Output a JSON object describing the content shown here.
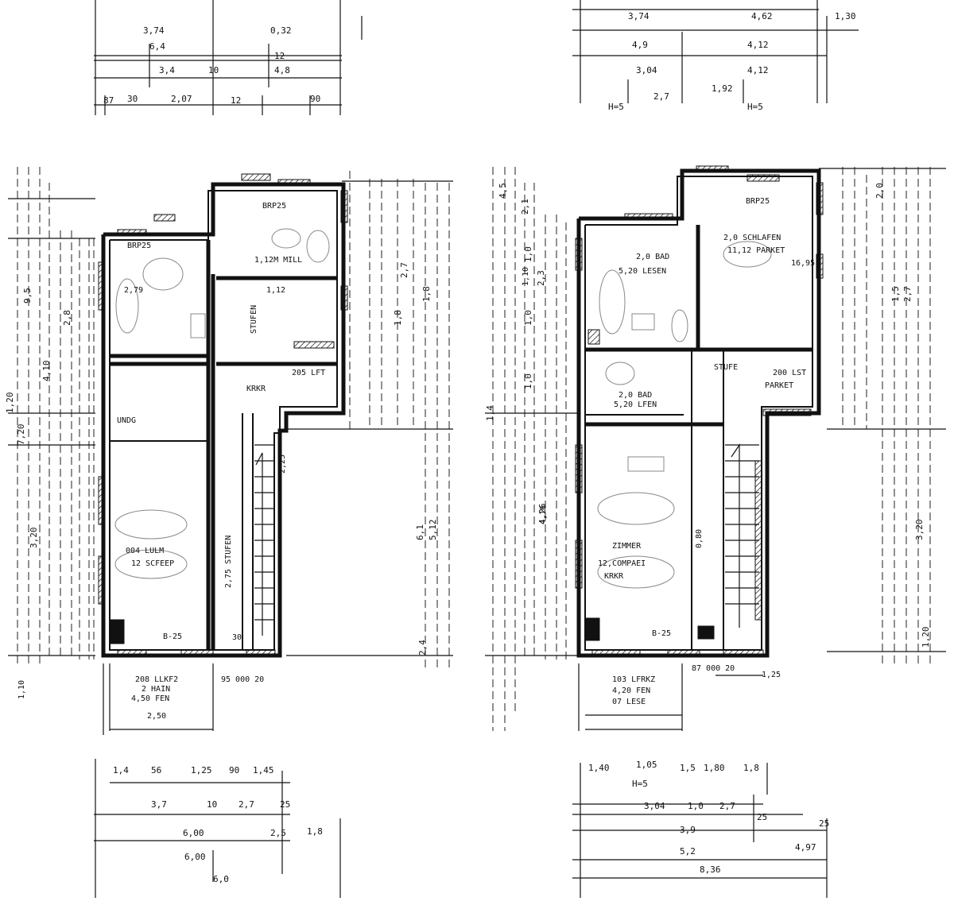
{
  "plan_left": {
    "top_dims": [
      {
        "text": "3,74"
      },
      {
        "text": "0,32"
      },
      {
        "text": "6,4"
      },
      {
        "text": "12"
      },
      {
        "text": "3,4"
      },
      {
        "text": "10"
      },
      {
        "text": "4,8"
      },
      {
        "text": "87"
      },
      {
        "text": "30"
      },
      {
        "text": "2,07"
      },
      {
        "text": "12"
      },
      {
        "text": "90"
      }
    ],
    "rooms": [
      {
        "text": "BRP25"
      },
      {
        "text": "1,12M MILL"
      },
      {
        "text": "BRP25"
      },
      {
        "text": "2,79"
      },
      {
        "text": "1,12"
      },
      {
        "text": "STUFEN"
      },
      {
        "text": "205 LFT"
      },
      {
        "text": "KRKR"
      },
      {
        "text": "UNDG"
      },
      {
        "text": "004 LULM"
      },
      {
        "text": "12 SCFEEP"
      },
      {
        "text": "B-25"
      },
      {
        "text": "2,75 STUFEN"
      },
      {
        "text": "2,25"
      },
      {
        "text": "30"
      }
    ],
    "bottom_labels": [
      {
        "text": "208 LLKF2"
      },
      {
        "text": "2 HAIN"
      },
      {
        "text": "4,50 FEN"
      },
      {
        "text": "2,50"
      },
      {
        "text": "95 000 20"
      },
      {
        "text": "1,10"
      }
    ],
    "bottom_dims": [
      {
        "text": "1,4"
      },
      {
        "text": "56"
      },
      {
        "text": "1,25"
      },
      {
        "text": "90"
      },
      {
        "text": "1,45"
      },
      {
        "text": "3,7"
      },
      {
        "text": "10"
      },
      {
        "text": "2,7"
      },
      {
        "text": "25"
      },
      {
        "text": "6,00"
      },
      {
        "text": "6,00"
      },
      {
        "text": "2,5"
      },
      {
        "text": "1,8"
      },
      {
        "text": "6,0"
      }
    ],
    "side_dims": [
      {
        "text": "2,8"
      },
      {
        "text": "9,5"
      },
      {
        "text": "1,20"
      },
      {
        "text": "7,20"
      },
      {
        "text": "3,20"
      },
      {
        "text": "4,10"
      },
      {
        "text": "1,8"
      },
      {
        "text": "2,7"
      },
      {
        "text": "1,8"
      },
      {
        "text": "6,1"
      },
      {
        "text": "5,12"
      },
      {
        "text": "2,4"
      }
    ]
  },
  "plan_right": {
    "top_dims": [
      {
        "text": "3,74"
      },
      {
        "text": "4,62"
      },
      {
        "text": "1,30"
      },
      {
        "text": "4,9"
      },
      {
        "text": "4,12"
      },
      {
        "text": "3,04"
      },
      {
        "text": "4,12"
      },
      {
        "text": "H=5"
      },
      {
        "text": "H=5"
      },
      {
        "text": "1,92"
      },
      {
        "text": "2,7"
      }
    ],
    "rooms": [
      {
        "text": "BRP25"
      },
      {
        "text": "2,0 SCHLAFEN"
      },
      {
        "text": "11,12 PARKET"
      },
      {
        "text": "16,95"
      },
      {
        "text": "2,0 BAD"
      },
      {
        "text": "5,20 LESEN"
      },
      {
        "text": "2,0 BAD"
      },
      {
        "text": "5,20 LFEN"
      },
      {
        "text": "STUFE"
      },
      {
        "text": "200 LST"
      },
      {
        "text": "PARKET"
      },
      {
        "text": "ZIMMER"
      },
      {
        "text": "12,COMPAEI"
      },
      {
        "text": "KRKR"
      },
      {
        "text": "B-25"
      },
      {
        "text": "0,80"
      },
      {
        "text": "4,16"
      },
      {
        "text": "1,10"
      }
    ],
    "bottom_labels": [
      {
        "text": "103 LFRKZ"
      },
      {
        "text": "4,20 FEN"
      },
      {
        "text": "07 LESE"
      },
      {
        "text": "87 000 20"
      },
      {
        "text": "1,25"
      }
    ],
    "bottom_dims": [
      {
        "text": "1,40"
      },
      {
        "text": "1,05"
      },
      {
        "text": "1,5"
      },
      {
        "text": "1,80"
      },
      {
        "text": "1,8"
      },
      {
        "text": "H=5"
      },
      {
        "text": "3,04"
      },
      {
        "text": "1,0"
      },
      {
        "text": "2,7"
      },
      {
        "text": "25"
      },
      {
        "text": "3,9"
      },
      {
        "text": "25"
      },
      {
        "text": "5,2"
      },
      {
        "text": "4,97"
      },
      {
        "text": "8,36"
      }
    ],
    "side_dims": [
      {
        "text": "4,5"
      },
      {
        "text": "2,1"
      },
      {
        "text": "1,0"
      },
      {
        "text": "2,3"
      },
      {
        "text": "1,0"
      },
      {
        "text": "1,0"
      },
      {
        "text": "4,26"
      },
      {
        "text": "1,4"
      },
      {
        "text": "2,0"
      },
      {
        "text": "1,5"
      },
      {
        "text": "2,7"
      },
      {
        "text": "3,20"
      },
      {
        "text": "1,20"
      }
    ]
  }
}
